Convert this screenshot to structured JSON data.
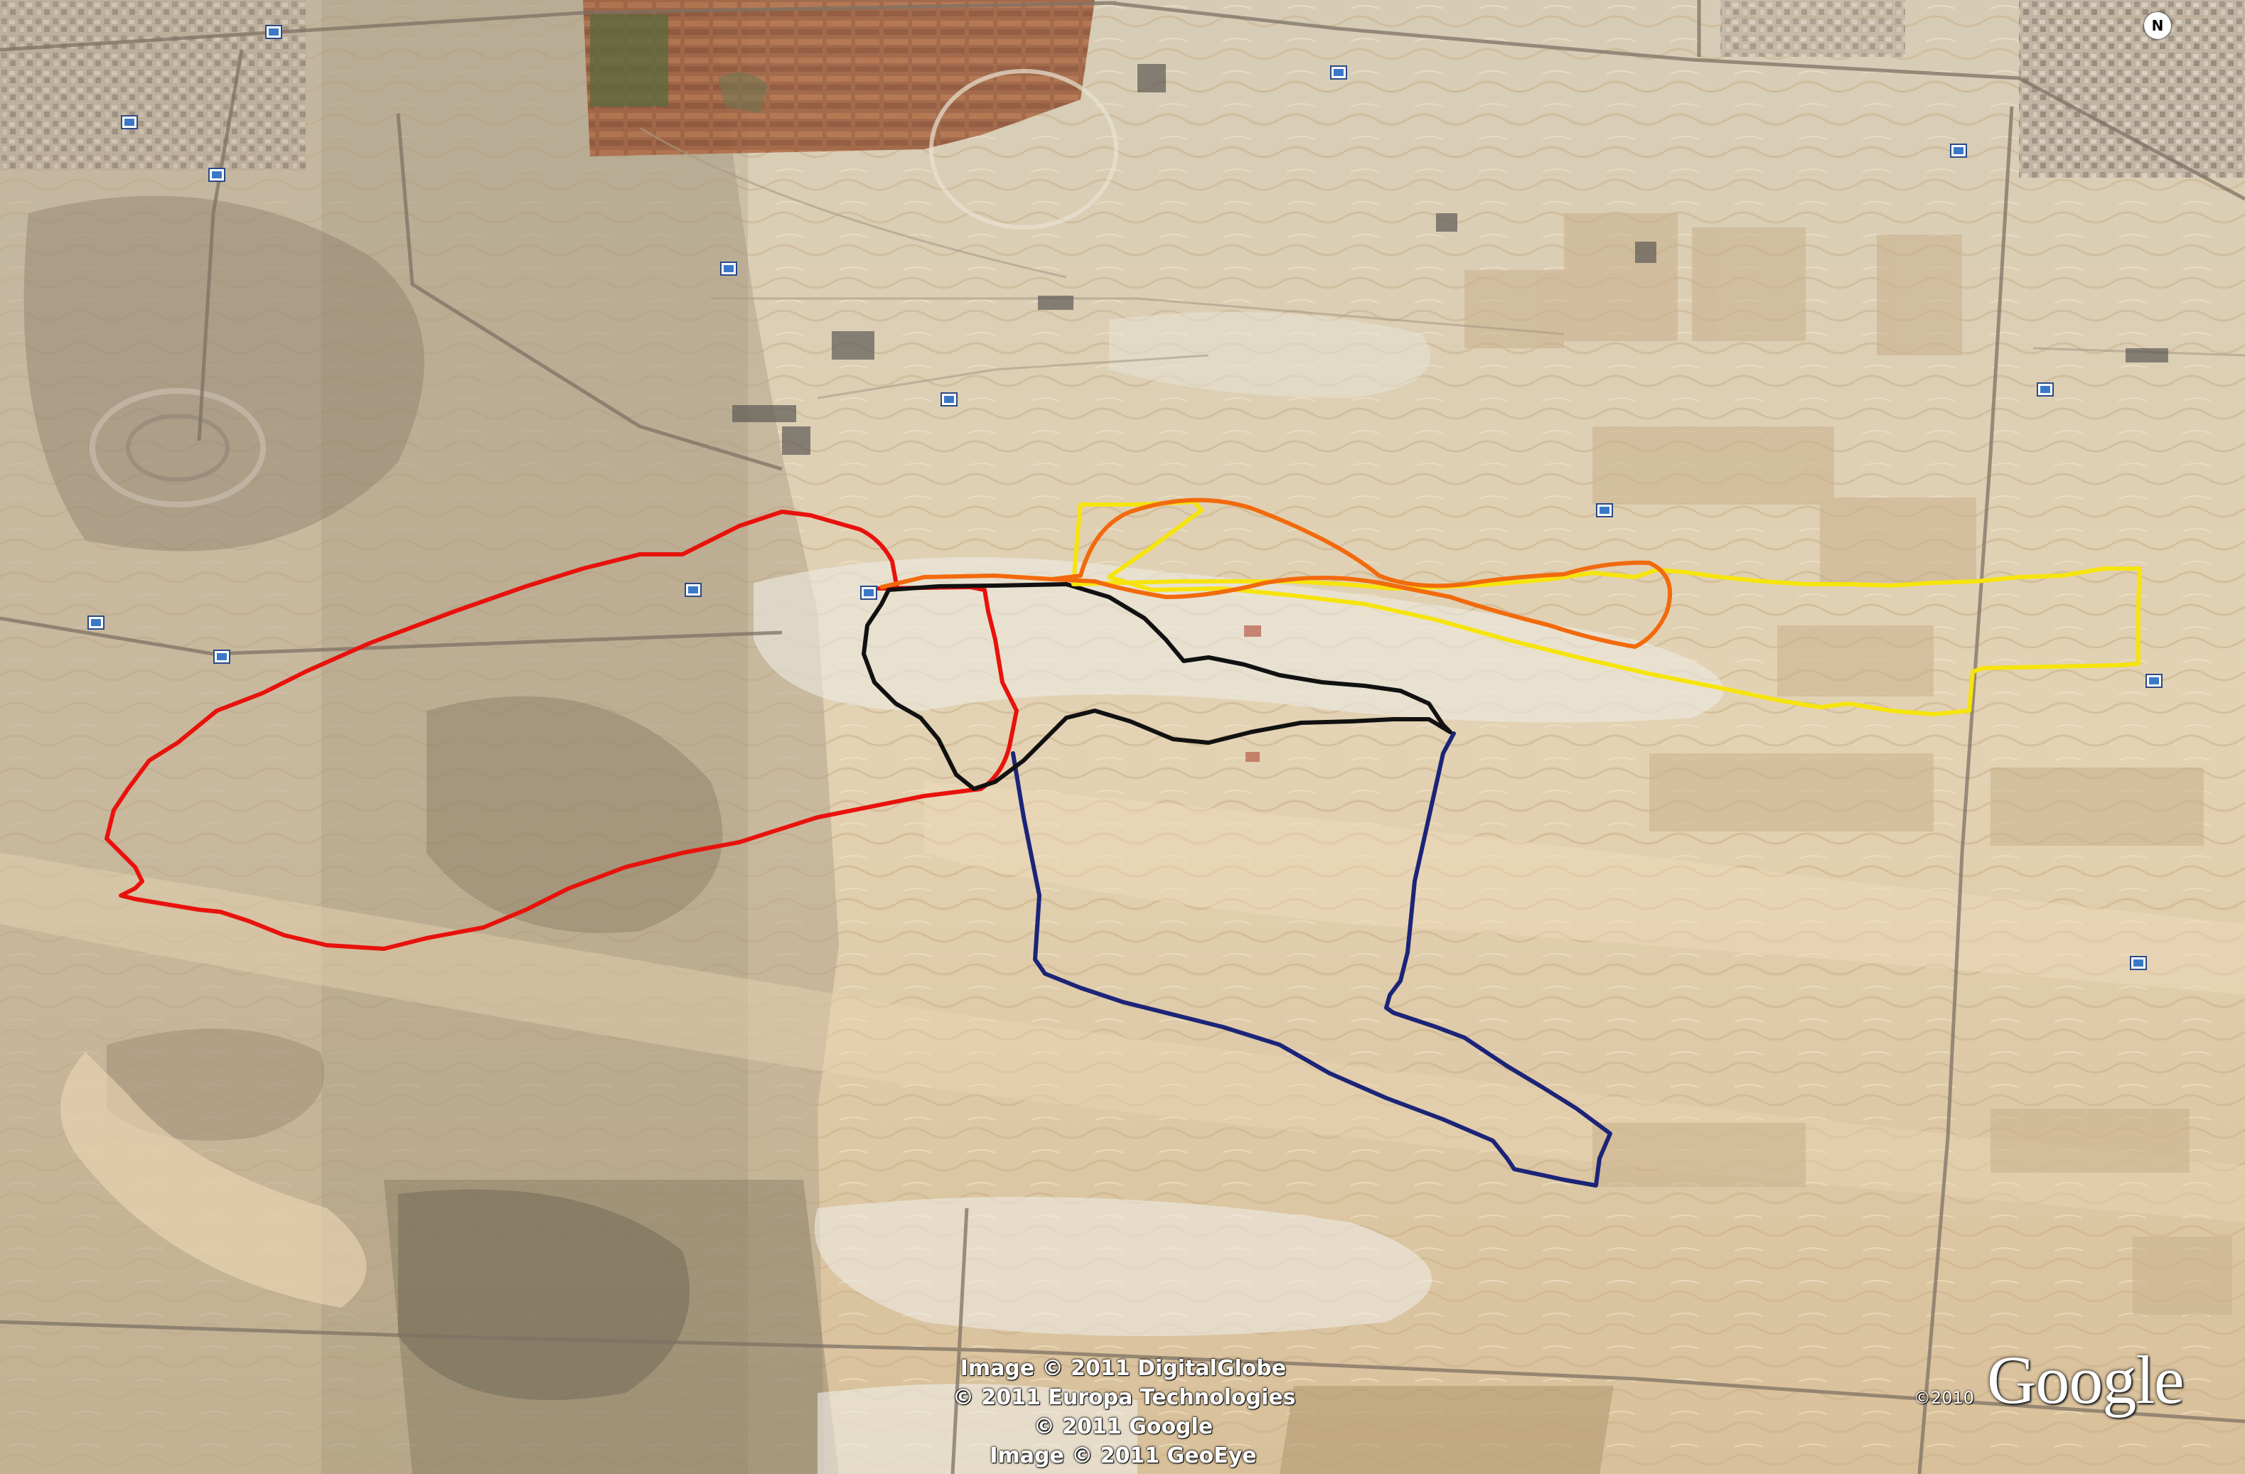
{
  "map": {
    "imagery": "satellite-desert",
    "north_label": "N",
    "credits": [
      "Image © 2011 DigitalGlobe",
      "© 2011 Europa Technologies",
      "© 2011 Google",
      "Image © 2011 GeoEye"
    ],
    "copyright_year": "©2010",
    "logo_text": "Google",
    "tracks": [
      {
        "name": "red-track",
        "color": "#e8120c"
      },
      {
        "name": "orange-track",
        "color": "#f26a0c"
      },
      {
        "name": "yellow-track",
        "color": "#f6e40c"
      },
      {
        "name": "black-track",
        "color": "#111111"
      },
      {
        "name": "navy-track",
        "color": "#1c2478"
      }
    ],
    "placemark_icon": "photo-icon"
  }
}
